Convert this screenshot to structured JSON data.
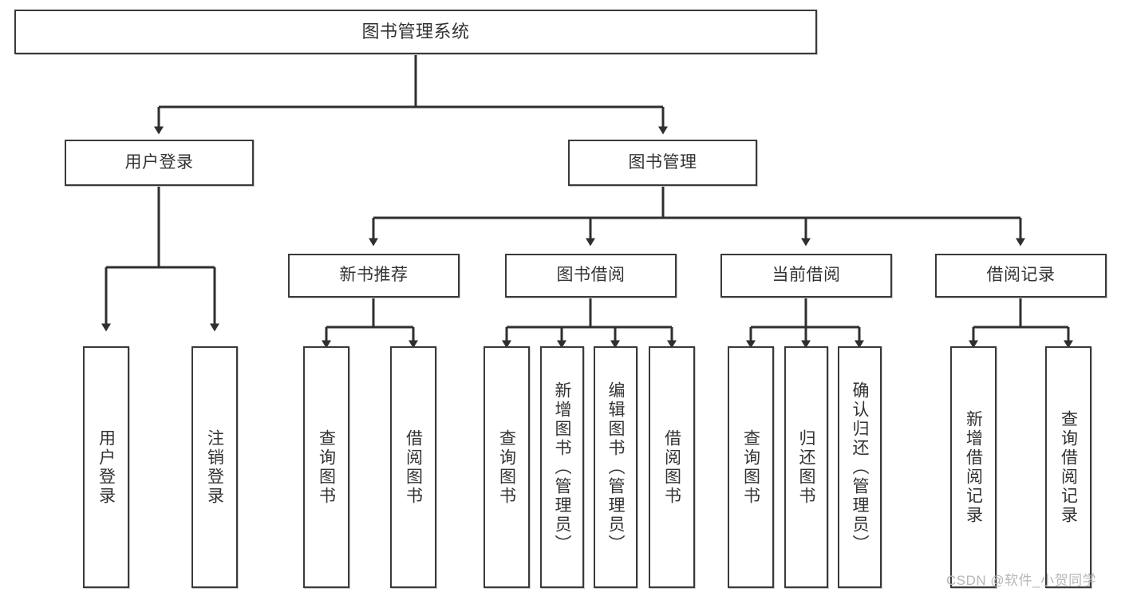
{
  "diagram": {
    "title": "图书管理系统",
    "watermark": "CSDN @软件_小贺同学",
    "colors": {
      "background": "#ffffff",
      "border": "#3a3a3a",
      "text": "#333333",
      "edge": "#2f2f2f",
      "watermark": "#b6b6b6",
      "shadow": "#c9c9c9"
    },
    "nodes": {
      "root": "图书管理系统",
      "user_login": "用户登录",
      "book_manage": "图书管理",
      "new_book_rec": "新书推荐",
      "book_borrow": "图书借阅",
      "current_borrow": "当前借阅",
      "borrow_record": "借阅记录",
      "leaf_user_login": "用户登录",
      "leaf_user_logout": "注销登录",
      "leaf_rec_query_book": "查询图书",
      "leaf_rec_borrow_book": "借阅图书",
      "leaf_borrow_query_book": "查询图书",
      "leaf_borrow_add_book": "新增图书（管理员）",
      "leaf_borrow_edit_book": "编辑图书（管理员）",
      "leaf_borrow_borrow_book": "借阅图书",
      "leaf_cur_query_book": "查询图书",
      "leaf_cur_return_book": "归还图书",
      "leaf_cur_confirm_return": "确认归还（管理员）",
      "leaf_rec_add_record": "新增借阅记录",
      "leaf_rec_query_record": "查询借阅记录"
    }
  }
}
